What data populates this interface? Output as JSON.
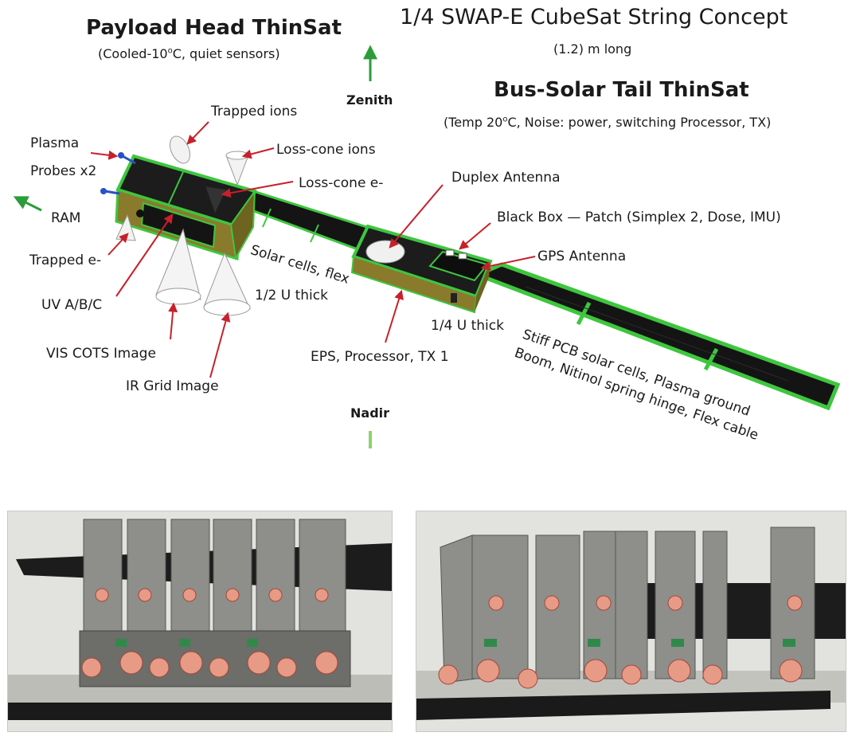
{
  "title": "1/4 SWAP-E CubeSat String Concept",
  "length_note": "(1.2) m long",
  "payload_head": {
    "title": "Payload Head ThinSat",
    "subtitle_pre": "(Cooled-10",
    "subtitle_sup": "o",
    "subtitle_post": "C, quiet sensors)"
  },
  "bus_tail": {
    "title": "Bus-Solar Tail ThinSat",
    "subtitle_pre": "(Temp 20",
    "subtitle_sup": "o",
    "subtitle_post": "C, Noise: power, switching Processor, TX)"
  },
  "directions": {
    "zenith": "Zenith",
    "nadir": "Nadir",
    "ram": "RAM"
  },
  "labels": {
    "trapped_ions": "Trapped ions",
    "loss_cone_ions": "Loss-cone ions",
    "loss_cone_e": "Loss-cone e-",
    "plasma_line1": "Plasma",
    "plasma_line2": "Probes x2",
    "trapped_e": "Trapped e-",
    "uv": "UV A/B/C",
    "vis_cots": "VIS COTS Image",
    "ir_grid": "IR Grid Image",
    "solar_cells_flex": "Solar cells, flex",
    "half_u": "1/2 U thick",
    "duplex_antenna": "Duplex Antenna",
    "black_box": "Black Box — Patch (Simplex 2, Dose, IMU)",
    "gps_antenna": "GPS Antenna",
    "quarter_u": "1/4 U thick",
    "eps": "EPS, Processor, TX 1",
    "boom_line1": "Stiff PCB solar cells, Plasma ground",
    "boom_line2": "Boom, Nitinol spring hinge, Flex cable"
  },
  "colors": {
    "pcb_green": "#3ec63e",
    "cell_black": "#141414",
    "arrow_red": "#c8202a",
    "dir_green": "#2a9d3a",
    "probe_blue": "#2850c8",
    "body_gold": "#8a7a2c"
  }
}
